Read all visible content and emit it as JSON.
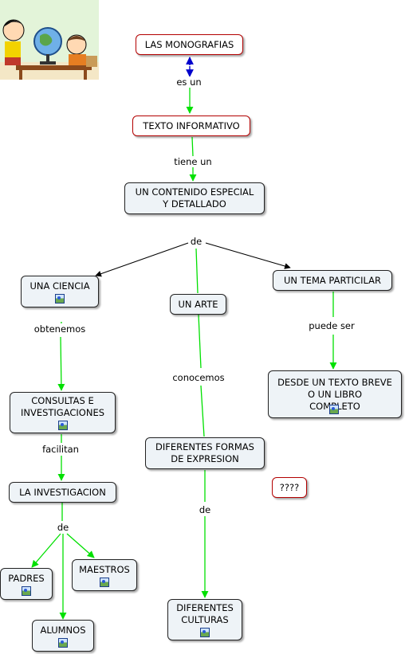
{
  "nodes": {
    "monografias": "LAS MONOGRAFIAS",
    "texto_informativo": "TEXTO INFORMATIVO",
    "contenido": [
      "UN CONTENIDO ESPECIAL",
      "Y DETALLADO"
    ],
    "ciencia": "UNA CIENCIA",
    "arte": "UN ARTE",
    "tema": "UN TEMA PARTICILAR",
    "consultas": [
      "CONSULTAS E",
      "INVESTIGACIONES"
    ],
    "texto_breve": [
      "DESDE UN TEXTO BREVE",
      "O UN LIBRO",
      "COMPLETO"
    ],
    "formas": [
      "DIFERENTES FORMAS",
      "DE EXPRESION"
    ],
    "interrogacion": "????",
    "investigacion": "LA INVESTIGACION",
    "padres": "PADRES",
    "maestros": "MAESTROS",
    "alumnos": "ALUMNOS",
    "culturas": [
      "DIFERENTES",
      "CULTURAS"
    ]
  },
  "links": {
    "es_un": "es un",
    "tiene_un": "tiene un",
    "de_1": "de",
    "obtenemos": "obtenemos",
    "conocemos": "conocemos",
    "puede_ser": "puede ser",
    "facilitan": "facilitan",
    "de_2": "de",
    "de_3": "de"
  },
  "colors": {
    "green_link": "#00e000",
    "black_link": "#000000",
    "blue_link": "#0000cc",
    "red_border": "#b30000"
  },
  "icons": [
    "resource-image-icon",
    "cartoon-children-globe-image"
  ]
}
